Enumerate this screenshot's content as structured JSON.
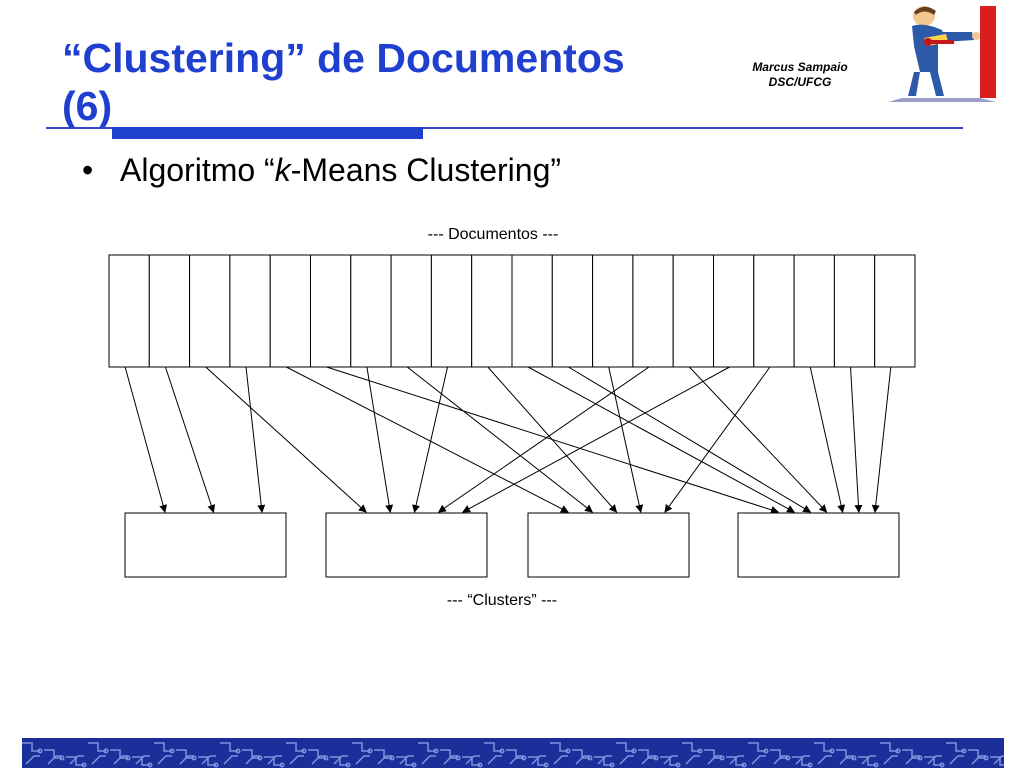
{
  "slide": {
    "title_line1": "“Clustering” de Documentos",
    "title_line2": "(6)",
    "author_name": "Marcus Sampaio",
    "author_dept": "DSC/UFCG",
    "bullet_prefix": "Algoritmo “",
    "bullet_italic": "k",
    "bullet_suffix": "-Means Clustering”",
    "documents_label": "--- Documentos ---",
    "clusters_label": "--- “Clusters” ---"
  },
  "colors": {
    "title": "#1f3fcf",
    "rule": "#3547c8",
    "footer": "#1b2f9a"
  },
  "diagram": {
    "document_count": 20,
    "cluster_count": 4,
    "assignments": [
      0,
      0,
      1,
      0,
      2,
      3,
      1,
      2,
      1,
      2,
      3,
      3,
      2,
      1,
      3,
      1,
      2,
      3,
      3,
      3
    ]
  },
  "icons": {
    "logo": "worker-with-wrench-logo",
    "footer": "circuit-board-pattern"
  }
}
